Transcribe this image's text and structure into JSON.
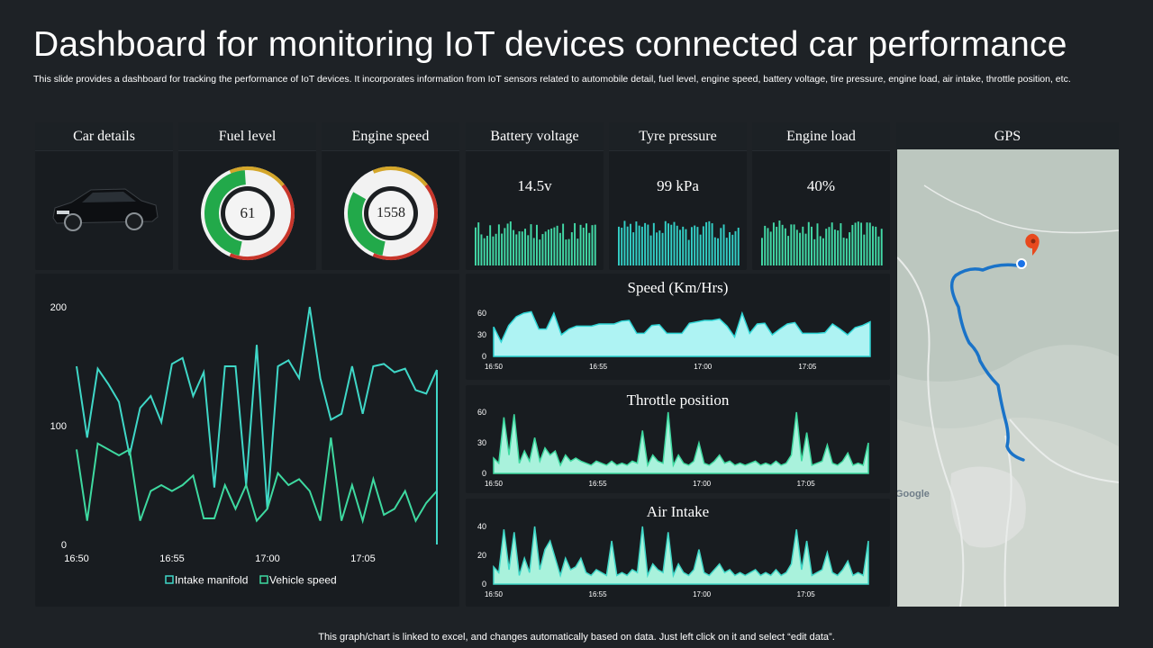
{
  "header": {
    "title": "Dashboard for monitoring IoT devices connected car performance",
    "subtitle": "This slide provides a dashboard for tracking the performance of IoT  devices. It incorporates information from IoT sensors related to automobile detail, fuel level, engine speed, battery voltage, tire pressure, engine load, air intake, throttle position, etc."
  },
  "cards": {
    "car_details": "Car details",
    "fuel_level": "Fuel level",
    "engine_speed": "Engine speed",
    "battery_voltage": "Battery voltage",
    "tyre_pressure": "Tyre pressure",
    "engine_load": "Engine load",
    "gps": "GPS"
  },
  "gauges": {
    "fuel_value": "61",
    "engine_speed_value": "1558",
    "fuel_fraction": 0.61,
    "engine_speed_fraction": 0.4
  },
  "kpis": {
    "battery_voltage_value": "14.5v",
    "tyre_pressure_value": "99 kPa",
    "engine_load_value": "40%"
  },
  "footer": "This graph/chart is linked to excel,  and changes automatically based on data. Just left click on it and select “edit data”.",
  "colors": {
    "teal": "#3fd7c7",
    "green": "#3ed9a0",
    "mint_fill": "#a9f2dc",
    "cyan_fill": "#aef3f3",
    "gauge_green": "#22a94a"
  },
  "chart_data": [
    {
      "type": "line",
      "title": "",
      "x": [
        "16:50",
        "",
        "",
        "",
        "",
        "",
        "",
        "",
        "",
        "16:55",
        "",
        "",
        "",
        "",
        "",
        "",
        "",
        "",
        "",
        "17:00",
        "",
        "",
        "",
        "",
        "",
        "",
        "",
        "",
        "",
        "17:05",
        "",
        "",
        "",
        "",
        "",
        ""
      ],
      "xticks": [
        "16:50",
        "16:55",
        "17:00",
        "17:05"
      ],
      "yticks": [
        "0",
        "100",
        "200"
      ],
      "ylim": [
        0,
        200
      ],
      "series": [
        {
          "name": "Intake manifold",
          "color": "#3fd7c7",
          "values": [
            150,
            90,
            148,
            135,
            120,
            75,
            115,
            125,
            103,
            152,
            157,
            125,
            145,
            48,
            150,
            150,
            50,
            168,
            30,
            150,
            155,
            140,
            200,
            140,
            105,
            110,
            150,
            110,
            150,
            152,
            145,
            148,
            130,
            127,
            147
          ]
        },
        {
          "name": "Vehicle speed",
          "color": "#3ed9a0",
          "values": [
            80,
            20,
            85,
            80,
            75,
            80,
            20,
            45,
            50,
            45,
            50,
            58,
            22,
            22,
            50,
            30,
            50,
            20,
            30,
            60,
            50,
            55,
            45,
            20,
            90,
            20,
            50,
            20,
            55,
            25,
            30,
            45,
            20,
            35,
            45
          ]
        }
      ],
      "legend": "bottom"
    },
    {
      "type": "area",
      "title": "Speed (Km/Hrs)",
      "xticks": [
        "16:50",
        "16:55",
        "17:00",
        "17:05"
      ],
      "yticks": [
        "0",
        "30",
        "60"
      ],
      "ylim": [
        0,
        60
      ],
      "values": [
        41,
        20,
        43,
        55,
        60,
        62,
        38,
        38,
        60,
        30,
        38,
        42,
        42,
        42,
        45,
        45,
        45,
        49,
        50,
        32,
        32,
        43,
        44,
        32,
        32,
        32,
        46,
        48,
        50,
        50,
        52,
        42,
        27,
        60,
        32,
        45,
        46,
        30,
        38,
        45,
        47,
        32,
        32,
        32,
        33,
        45,
        38,
        30,
        40,
        43,
        48
      ]
    },
    {
      "type": "area",
      "title": "Throttle position",
      "xticks": [
        "16:50",
        "16:55",
        "17:00",
        "17:05"
      ],
      "yticks": [
        "0",
        "30",
        "60"
      ],
      "ylim": [
        0,
        60
      ],
      "values": [
        15,
        10,
        55,
        18,
        58,
        10,
        22,
        12,
        35,
        12,
        25,
        18,
        22,
        8,
        18,
        12,
        15,
        12,
        10,
        8,
        12,
        10,
        8,
        12,
        8,
        10,
        8,
        12,
        10,
        42,
        8,
        18,
        12,
        10,
        60,
        8,
        18,
        10,
        8,
        12,
        30,
        10,
        8,
        12,
        18,
        10,
        12,
        8,
        10,
        8,
        10,
        12,
        8,
        10,
        8,
        12,
        8,
        10,
        18,
        60,
        12,
        40,
        8,
        10,
        12,
        28,
        10,
        8,
        12,
        20,
        8,
        10,
        8,
        30
      ]
    },
    {
      "type": "area",
      "title": "Air Intake",
      "xticks": [
        "16:50",
        "16:55",
        "17:00",
        "17:05"
      ],
      "yticks": [
        "0",
        "20",
        "40"
      ],
      "ylim": [
        0,
        40
      ],
      "values": [
        12,
        8,
        38,
        10,
        36,
        6,
        18,
        8,
        40,
        10,
        24,
        30,
        18,
        6,
        18,
        10,
        12,
        18,
        8,
        6,
        10,
        8,
        6,
        30,
        6,
        8,
        6,
        10,
        8,
        40,
        6,
        14,
        10,
        8,
        36,
        6,
        14,
        8,
        6,
        10,
        24,
        8,
        6,
        10,
        14,
        8,
        10,
        6,
        8,
        6,
        8,
        10,
        6,
        8,
        6,
        10,
        6,
        8,
        14,
        38,
        10,
        30,
        6,
        8,
        10,
        22,
        8,
        6,
        10,
        16,
        6,
        8,
        6,
        30
      ]
    }
  ]
}
